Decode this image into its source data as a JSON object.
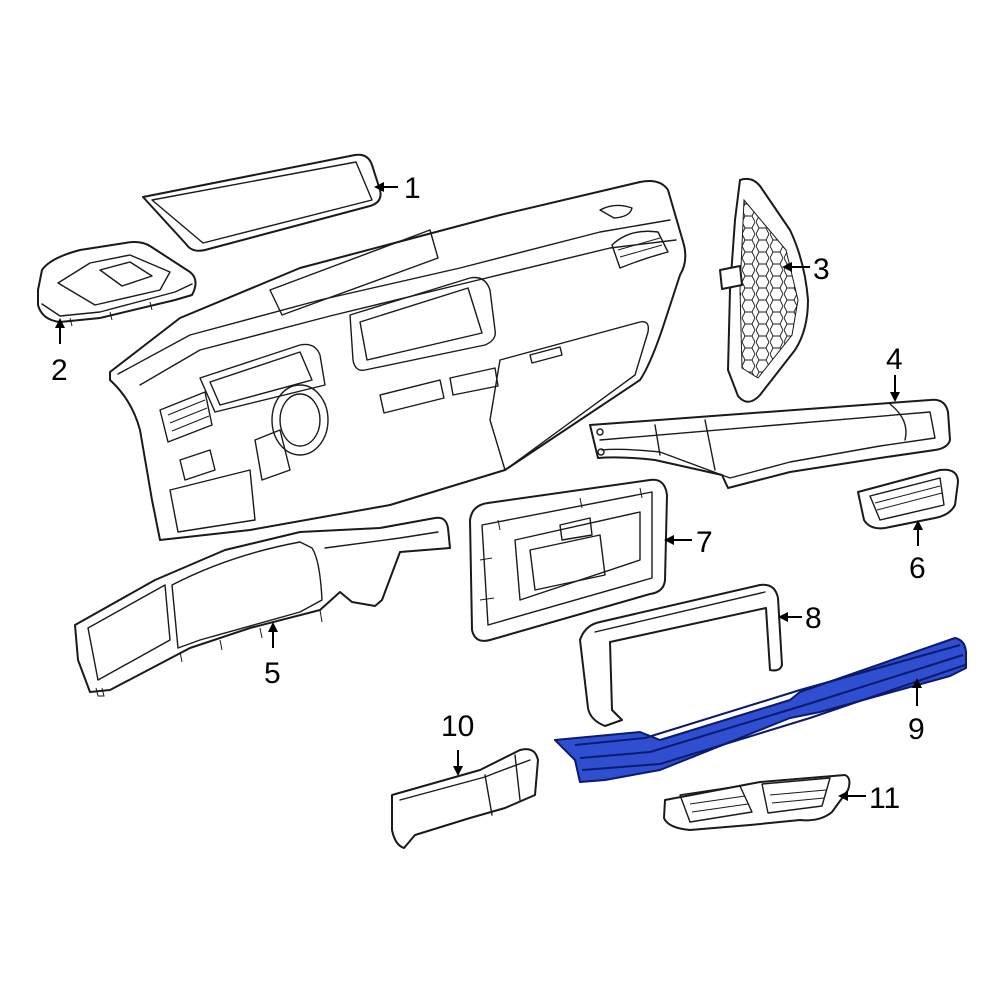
{
  "diagram": {
    "highlight_color": "#2f4fd0",
    "outline_color": "#1a1a1a",
    "callouts": [
      {
        "id": "1",
        "label": "1"
      },
      {
        "id": "2",
        "label": "2"
      },
      {
        "id": "3",
        "label": "3"
      },
      {
        "id": "4",
        "label": "4"
      },
      {
        "id": "5",
        "label": "5"
      },
      {
        "id": "6",
        "label": "6"
      },
      {
        "id": "7",
        "label": "7"
      },
      {
        "id": "8",
        "label": "8"
      },
      {
        "id": "9",
        "label": "9"
      },
      {
        "id": "10",
        "label": "10"
      },
      {
        "id": "11",
        "label": "11"
      }
    ],
    "highlighted_callout": "9"
  }
}
